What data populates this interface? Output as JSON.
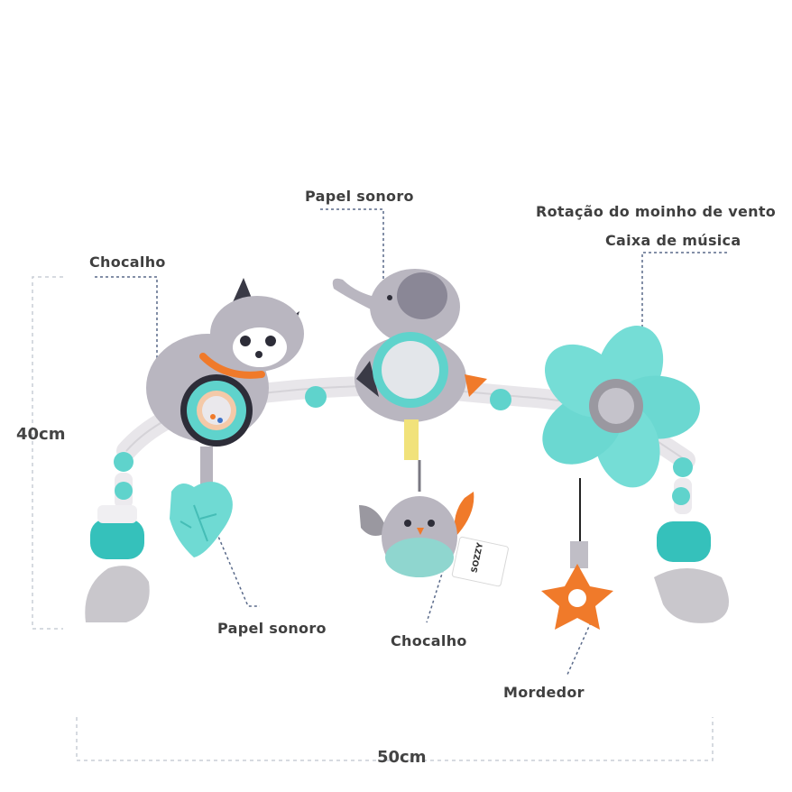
{
  "labels": {
    "chocalho_top": "Chocalho",
    "papel_sonoro_top": "Papel sonoro",
    "rotacao": "Rotação do moinho de vento",
    "caixa_musica": "Caixa de música",
    "papel_sonoro_bottom": "Papel sonoro",
    "chocalho_bottom": "Chocalho",
    "mordedor": "Mordedor"
  },
  "dimensions": {
    "height": "40cm",
    "width": "50cm"
  },
  "product_tag": "SOZZY",
  "colors": {
    "teal": "#5fd3cc",
    "grey": "#b9b6c0",
    "orange": "#f07a2a",
    "text": "#3f3f3f"
  }
}
